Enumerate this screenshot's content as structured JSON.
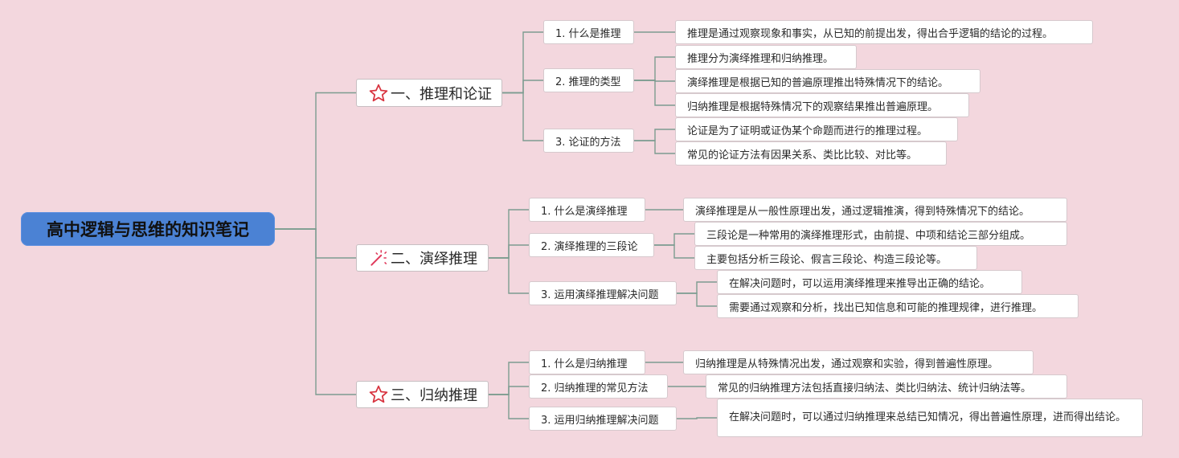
{
  "root": {
    "title": "高中逻辑与思维的知识笔记"
  },
  "branches": [
    {
      "title": "一、推理和论证",
      "icon": "star-outline-icon",
      "topics": [
        {
          "label": "1. 什么是推理",
          "notes": [
            "推理是通过观察现象和事实，从已知的前提出发，得出合乎逻辑的结论的过程。"
          ]
        },
        {
          "label": "2. 推理的类型",
          "notes": [
            "推理分为演绎推理和归纳推理。",
            "演绎推理是根据已知的普遍原理推出特殊情况下的结论。",
            "归纳推理是根据特殊情况下的观察结果推出普遍原理。"
          ]
        },
        {
          "label": "3. 论证的方法",
          "notes": [
            "论证是为了证明或证伪某个命题而进行的推理过程。",
            "常见的论证方法有因果关系、类比比较、对比等。"
          ]
        }
      ]
    },
    {
      "title": "二、演绎推理",
      "icon": "magic-wand-icon",
      "topics": [
        {
          "label": "1. 什么是演绎推理",
          "notes": [
            "演绎推理是从一般性原理出发，通过逻辑推演，得到特殊情况下的结论。"
          ]
        },
        {
          "label": "2. 演绎推理的三段论",
          "notes": [
            "三段论是一种常用的演绎推理形式，由前提、中项和结论三部分组成。",
            "主要包括分析三段论、假言三段论、构造三段论等。"
          ]
        },
        {
          "label": "3. 运用演绎推理解决问题",
          "notes": [
            "在解决问题时，可以运用演绎推理来推导出正确的结论。",
            "需要通过观察和分析，找出已知信息和可能的推理规律，进行推理。"
          ]
        }
      ]
    },
    {
      "title": "三、归纳推理",
      "icon": "star-outline-icon",
      "topics": [
        {
          "label": "1. 什么是归纳推理",
          "notes": [
            "归纳推理是从特殊情况出发，通过观察和实验，得到普遍性原理。"
          ]
        },
        {
          "label": "2. 归纳推理的常见方法",
          "notes": [
            "常见的归纳推理方法包括直接归纳法、类比归纳法、统计归纳法等。"
          ]
        },
        {
          "label": "3. 运用归纳推理解决问题",
          "notes": [
            "在解决问题时，可以通过归纳推理来总结已知情况，得出普遍性原理，进而得出结论。"
          ]
        }
      ]
    }
  ]
}
